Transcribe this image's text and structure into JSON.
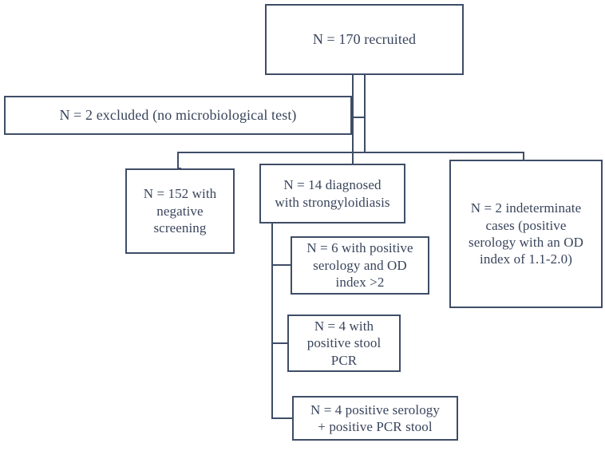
{
  "diagram": {
    "type": "flowchart",
    "title": "Study recruitment and strongyloidiasis diagnosis flow",
    "colors": {
      "stroke": "#3f4d67",
      "text": "#39455c",
      "background": "#ffffff"
    },
    "nodes": [
      {
        "id": "recruited",
        "label": "N = 170 recruited",
        "n": 170
      },
      {
        "id": "excluded",
        "label": "N = 2 excluded (no microbiological test)",
        "n": 2
      },
      {
        "id": "negative",
        "label": "N = 152 with\nnegative\nscreening",
        "n": 152
      },
      {
        "id": "diagnosed",
        "label": "N = 14 diagnosed\nwith strongyloidiasis",
        "n": 14
      },
      {
        "id": "indeterminate",
        "label": "N = 2 indeterminate\ncases (positive\nserology with an OD\nindex of 1.1-2.0)",
        "n": 2
      },
      {
        "id": "serology-od",
        "label": "N = 6 with positive\nserology and OD\nindex >2",
        "n": 6
      },
      {
        "id": "stool-pcr",
        "label": "N = 4 with\npositive stool\nPCR",
        "n": 4
      },
      {
        "id": "serology-pcr",
        "label": "N = 4 positive serology\n+ positive PCR stool",
        "n": 4
      }
    ],
    "edges": [
      {
        "from": "recruited",
        "to": "excluded"
      },
      {
        "from": "recruited",
        "to": "negative"
      },
      {
        "from": "recruited",
        "to": "diagnosed"
      },
      {
        "from": "recruited",
        "to": "indeterminate"
      },
      {
        "from": "diagnosed",
        "to": "serology-od"
      },
      {
        "from": "diagnosed",
        "to": "stool-pcr"
      },
      {
        "from": "diagnosed",
        "to": "serology-pcr"
      }
    ]
  }
}
